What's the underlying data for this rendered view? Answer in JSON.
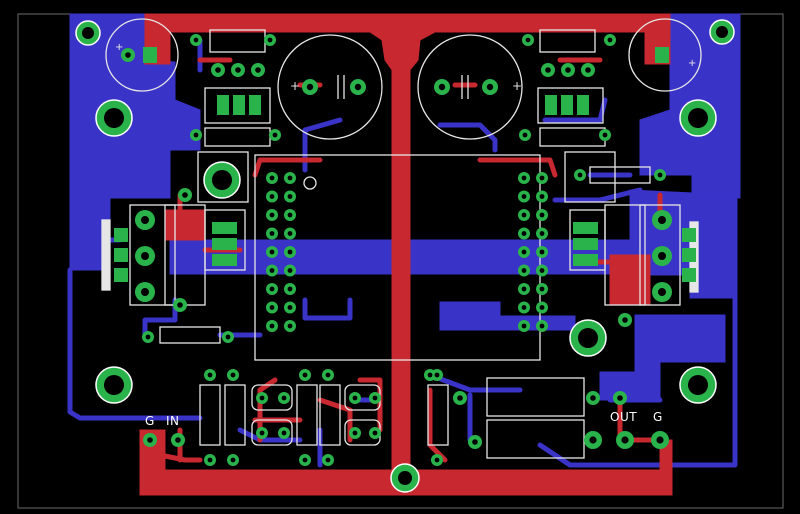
{
  "labels": {
    "input_ground": "G",
    "input_signal": "IN",
    "output_signal": "OUT",
    "output_ground": "G"
  },
  "colors": {
    "background": "#000000",
    "top_copper": "#c8282f",
    "bottom_copper": "#3a33c8",
    "pad": "#2ab34a",
    "silkscreen": "#e6e6e6",
    "outline": "#bfbfbf"
  }
}
